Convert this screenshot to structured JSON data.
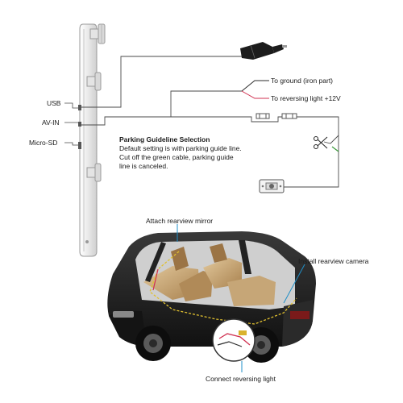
{
  "ports": {
    "usb": "USB",
    "av_in": "AV-IN",
    "micro_sd": "Micro-SD"
  },
  "wiring": {
    "ground": "To ground (iron part)",
    "reversing_light": "To reversing light +12V"
  },
  "note": {
    "title": "Parking Guideline Selection",
    "lines": [
      "Default setting is with parking guide line.",
      "Cut off the green cable, parking guide",
      "line is canceled."
    ]
  },
  "callouts": {
    "mirror": "Attach rearview mirror",
    "camera": "Install rearview camera",
    "light": "Connect reversing light"
  },
  "colors": {
    "line": "#4a4a4a",
    "ground_wire": "#2b2b2b",
    "power_wire": "#d03050",
    "guide_wire": "#3a9a3a",
    "callout_line": "#1f8fc8",
    "car_body": "#1e1e1e",
    "interior": "#c9a77a",
    "route": "#e0c030"
  }
}
